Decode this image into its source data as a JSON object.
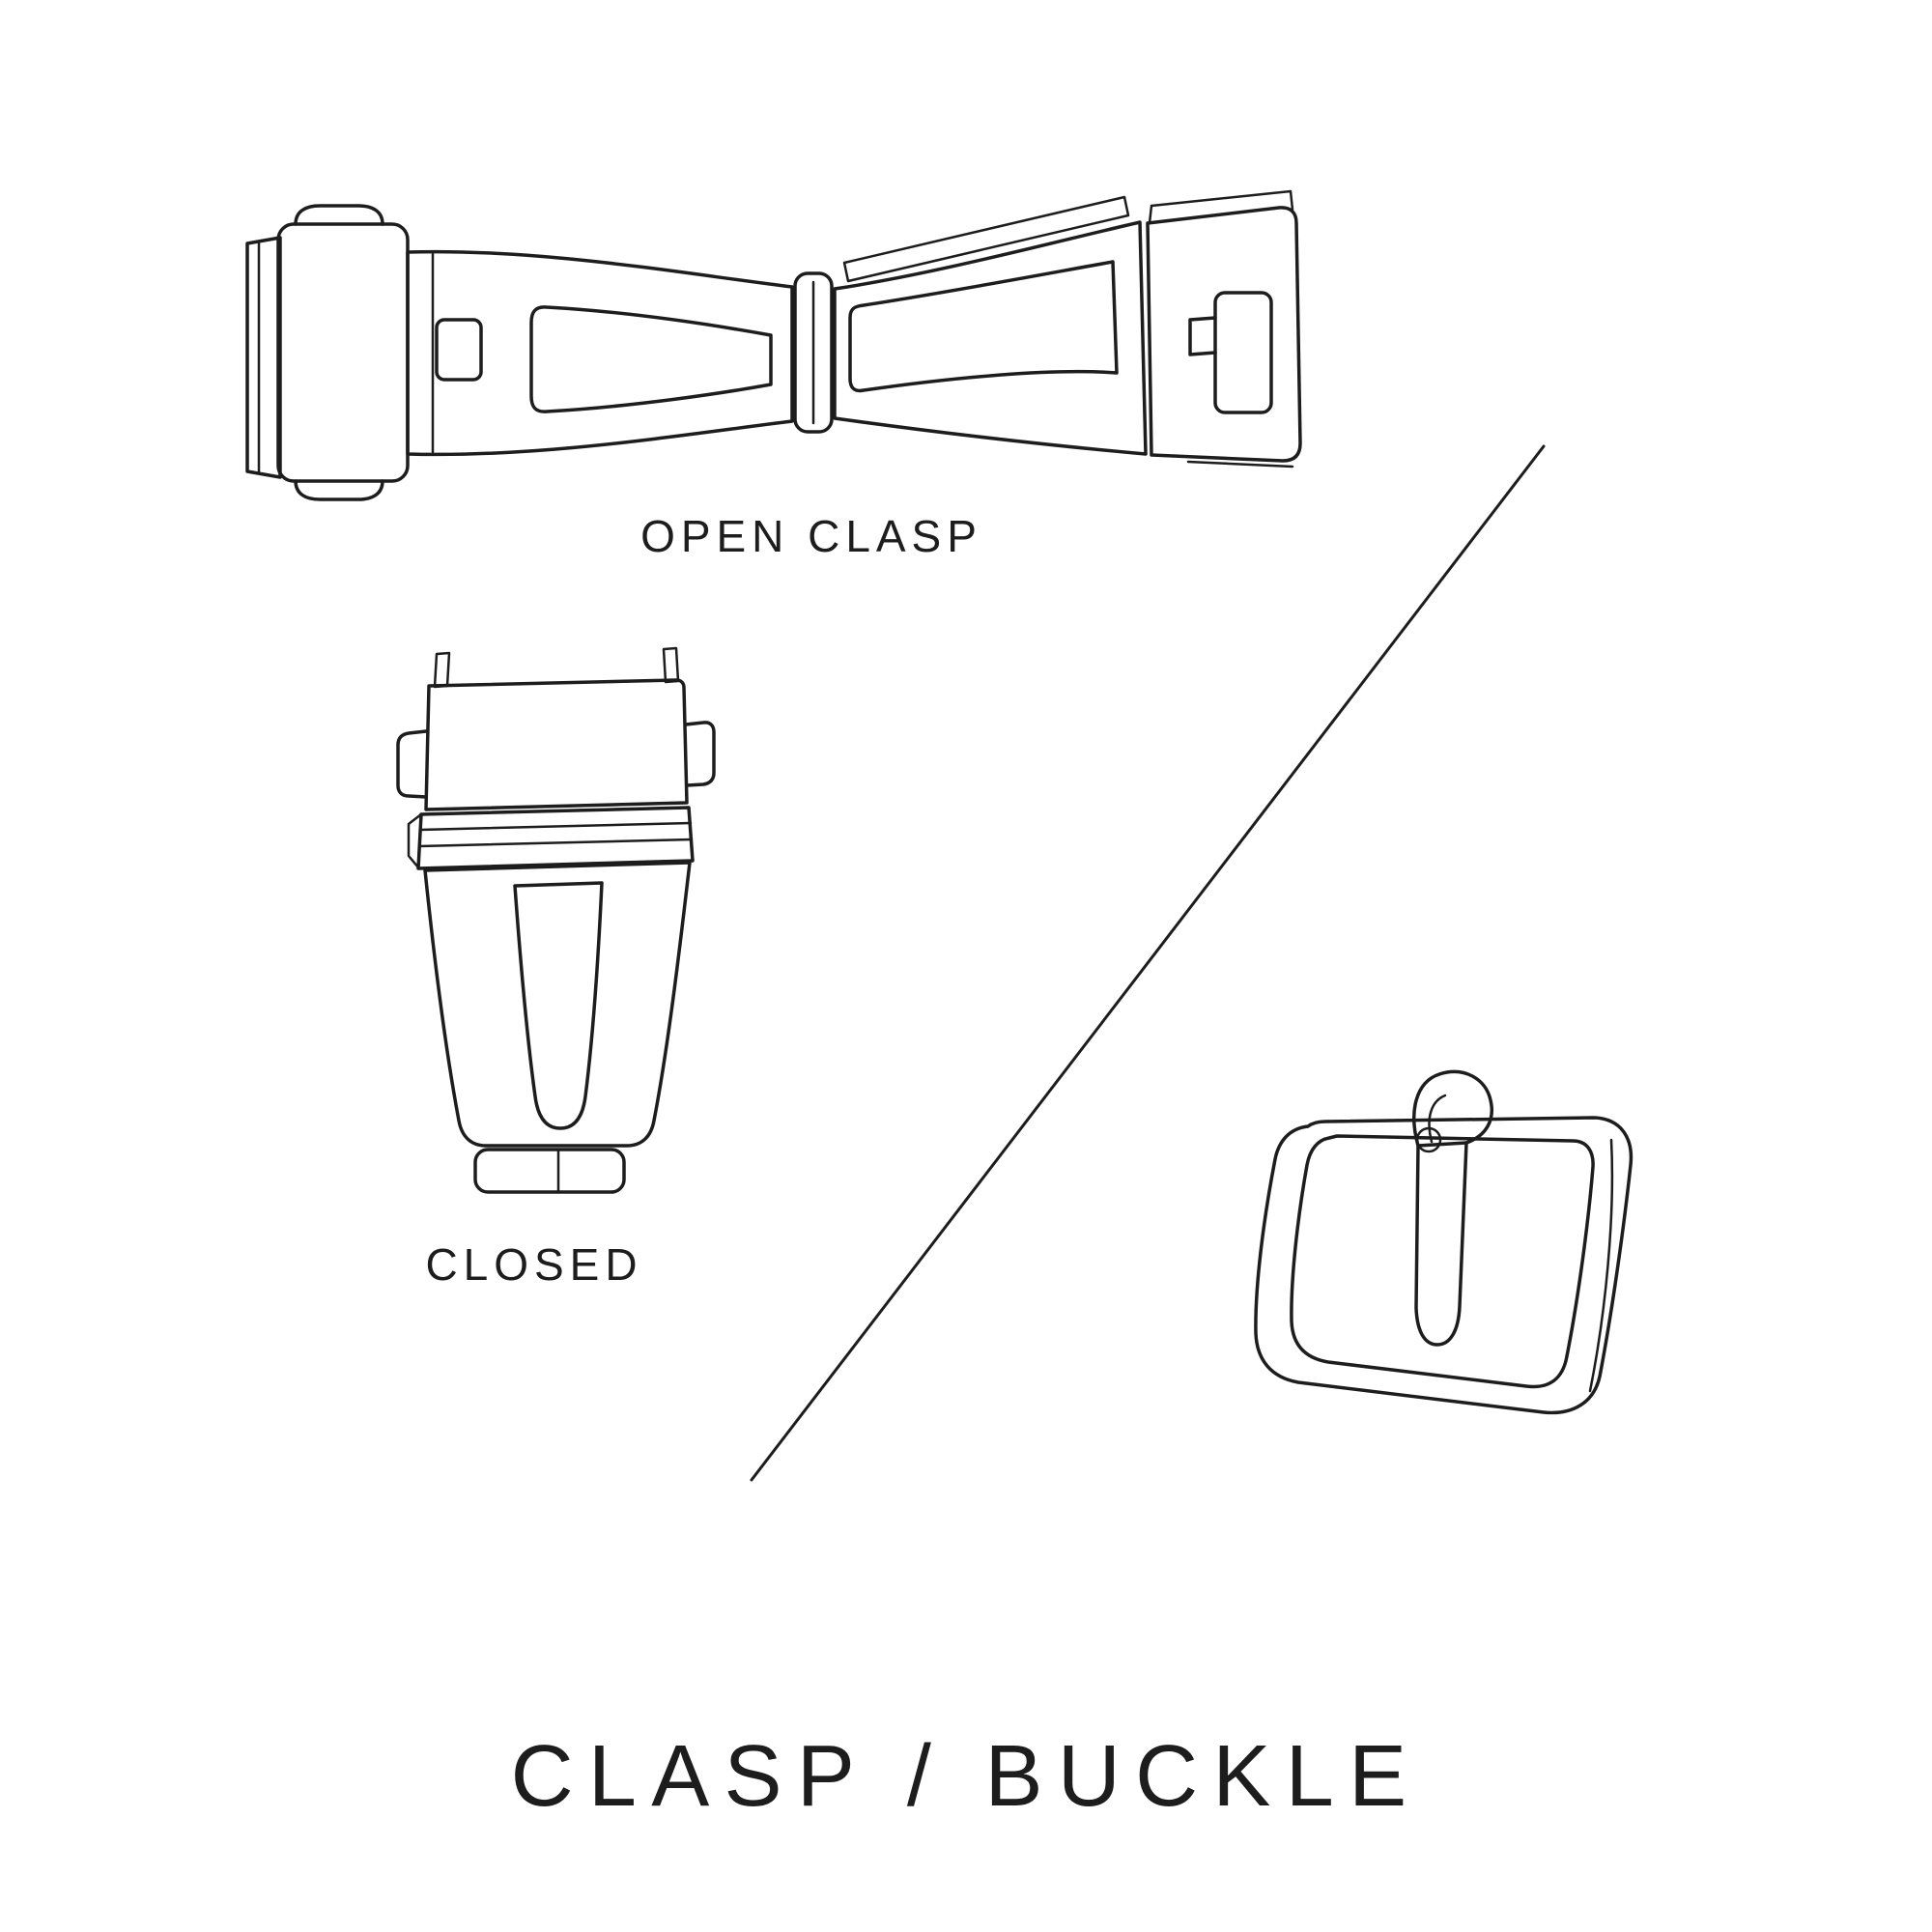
{
  "page": {
    "background_color": "#ffffff",
    "line_color": "#1d1d1d",
    "text_color": "#1d1d1d"
  },
  "labels": {
    "open_clasp": "OPEN CLASP",
    "closed": "CLOSED"
  },
  "title": "CLASP / BUCKLE",
  "figures": {
    "top_left": "open-clasp-illustration",
    "middle_left": "closed-clasp-illustration",
    "bottom_right": "pin-buckle-illustration",
    "separator": "diagonal-divider-line"
  }
}
